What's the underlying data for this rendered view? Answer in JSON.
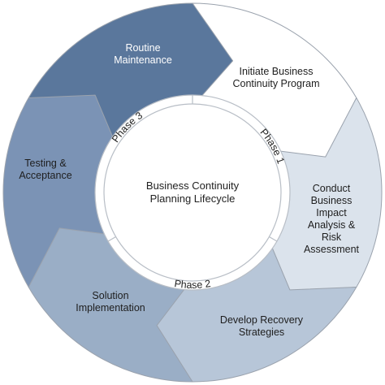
{
  "colors": {
    "outline": "#9aa2ad",
    "ring_outline": "#b8bec6",
    "phase_text": "#222222"
  },
  "center": {
    "title": "Business Continuity\nPlanning Lifecycle"
  },
  "phases": [
    {
      "label": "Phase 1"
    },
    {
      "label": "Phase 2"
    },
    {
      "label": "Phase 3"
    }
  ],
  "segments": [
    {
      "label": "Initiate Business\nContinuity Program",
      "fill": "#ffffff",
      "text_color": "#1e1e1e"
    },
    {
      "label": "Conduct\nBusiness\nImpact\nAnalysis &\nRisk\nAssessment",
      "fill": "#dbe3ec",
      "text_color": "#1e1e1e"
    },
    {
      "label": "Develop Recovery\nStrategies",
      "fill": "#b7c6d8",
      "text_color": "#1e1e1e"
    },
    {
      "label": "Solution\nImplementation",
      "fill": "#9aaec6",
      "text_color": "#1e1e1e"
    },
    {
      "label": "Testing &\nAcceptance",
      "fill": "#7b93b5",
      "text_color": "#1e1e1e"
    },
    {
      "label": "Routine\nMaintenance",
      "fill": "#5a779c",
      "text_color": "#ffffff"
    }
  ]
}
